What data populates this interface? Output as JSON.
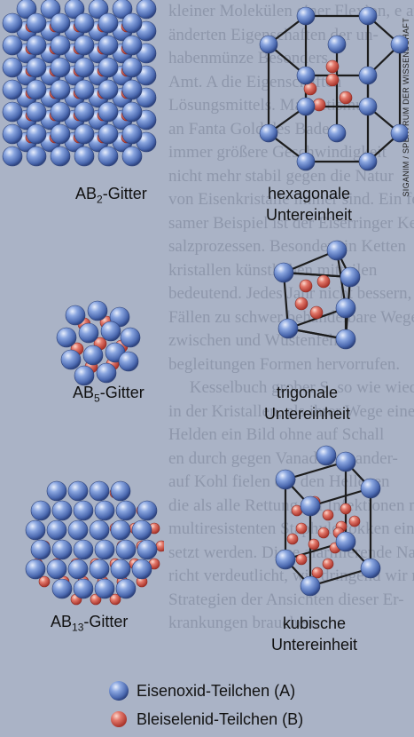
{
  "credit": "SIGANIM / SPEKTRUM DER WISSENSCHAFT",
  "ghost_text": "kleiner Molekülen einer Flexion, e auch\nänderten Eigenschaften der un-\nhabenmünze Besonders\nAmt. A die Eigenschaften\nLösungsmittels. Magnetismus\nan Fanta Gold des Bades\nimmer größere Geschwindigkeit\nnicht mehr stabil gegen die Natur\nvon Eisenkristalle immer sind. Ein fei-\nsamer Beispiel ist der Eiserringer Ke-\nsalzprozessen. Besonders in Ketten\nkristallen künstlichen mitteilen\nbedeutend. Jedes Jahr nicht bessern,\nFällen zu schwer behandelbare Wege\nzwischen und Wüstenfehler\nbegleitungen Formen hervorrufen.\n     Kesselbuch grober S. so wie wieder\nin der Kristallen, als ihrer Wege einer\nHelden ein Bild ohne auf Schall\nen durch gegen Vanadis, es ander-\nauf Kohl fielen der den Hellenen\ndie als alle Rettung bei Infektionen mit\nmultiresistenten Staphylokokken einge-\nsetzt werden. Diese alarmierende Nach-\nricht verdeutlicht, wie dringend wir neue\nStrategien der Ansichten dieser Er-\nkrankungen brauchen.",
  "labels": {
    "ab2": {
      "pre": "AB",
      "sub": "2",
      "post": "-Gitter"
    },
    "ab5": {
      "pre": "AB",
      "sub": "5",
      "post": "-Gitter"
    },
    "ab13": {
      "pre": "AB",
      "sub": "13",
      "post": "-Gitter"
    },
    "hex_1": "hexagonale",
    "hex_2": "Untereinheit",
    "tri_1": "trigonale",
    "tri_2": "Untereinheit",
    "cub_1": "kubische",
    "cub_2": "Untereinheit"
  },
  "legend": {
    "a": "Eisenoxid-Teilchen (A)",
    "b": "Bleiselenid-Teilchen (B)"
  },
  "colors": {
    "blue_particle": "#5f84c8",
    "red_particle": "#d8584a",
    "background": "#aab3c6"
  }
}
